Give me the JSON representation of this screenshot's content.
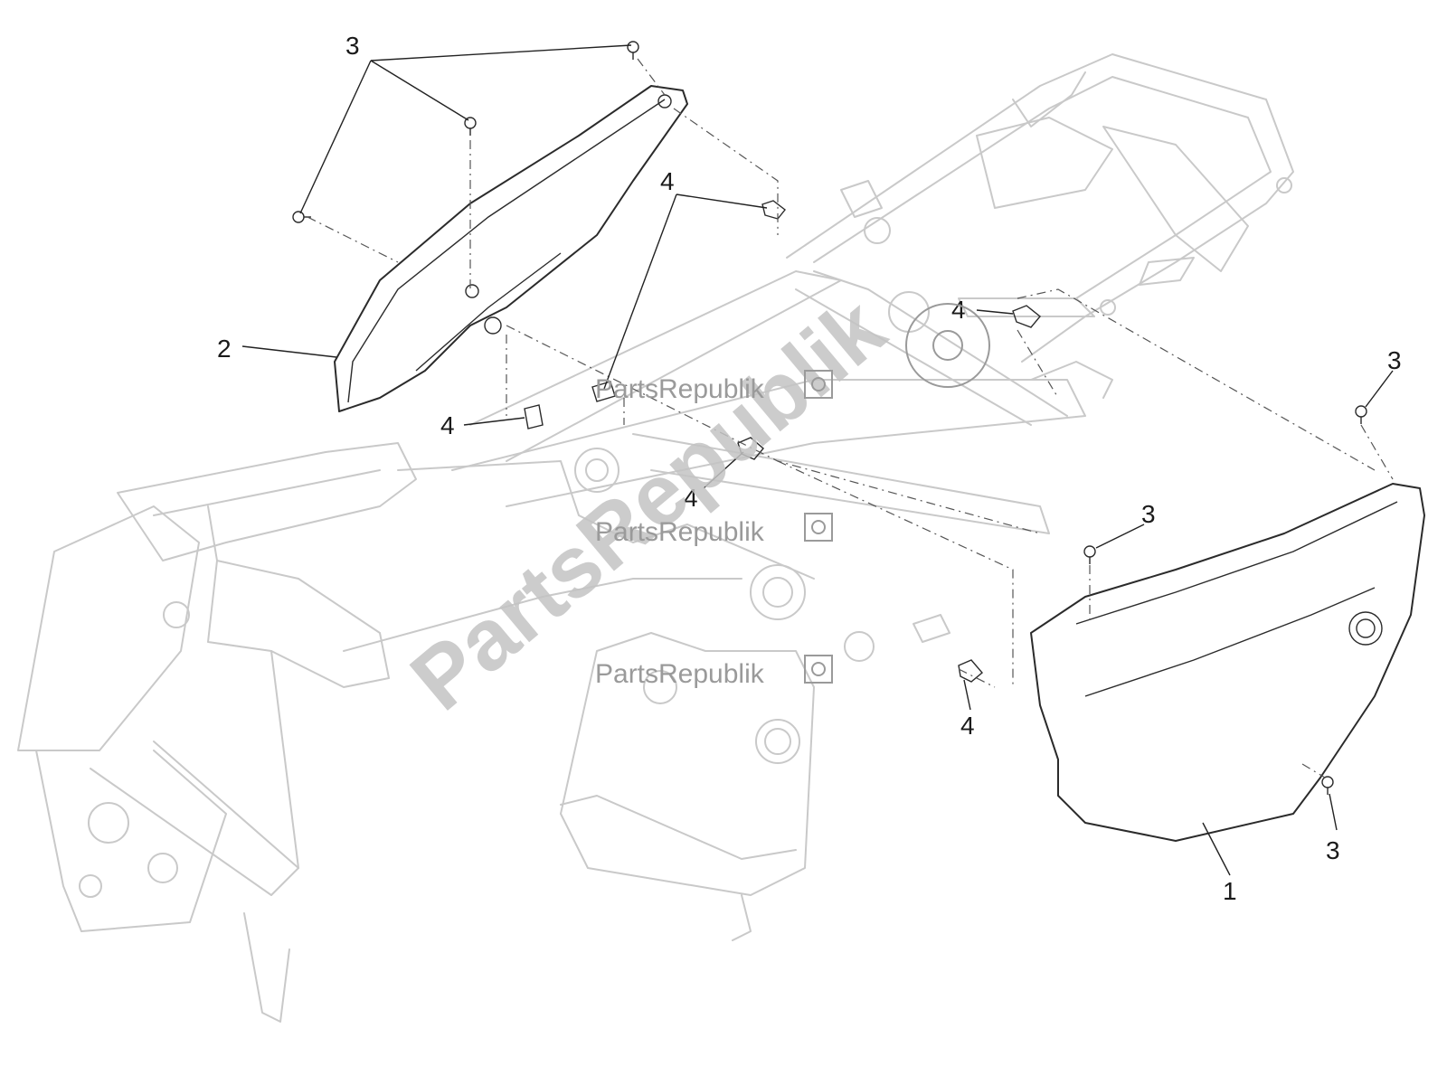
{
  "callouts": {
    "c3_top": "3",
    "c2": "2",
    "c4_top": "4",
    "c4_mid_right": "4",
    "c4_left": "4",
    "c4_center": "4",
    "c4_bottom": "4",
    "c3_right_top": "3",
    "c3_mid": "3",
    "c3_right_bottom": "3",
    "c1": "1"
  },
  "watermark": {
    "row1": "PartsRepublik",
    "row2": "PartsRepublik",
    "row3": "PartsRepublik",
    "diagonal": "PartsRepublik",
    "icon": "gear-icon"
  },
  "colors": {
    "frame_outline": "#c9c9c9",
    "part_outline": "#2b2b2b",
    "watermark": "#9a9a9a"
  }
}
